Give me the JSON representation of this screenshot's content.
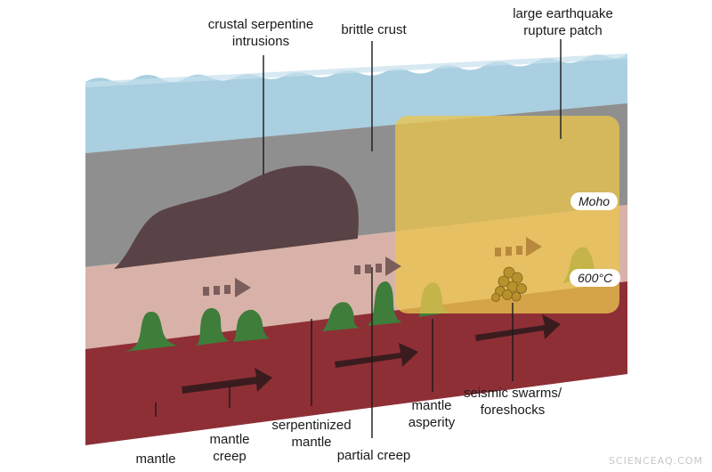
{
  "labels": {
    "crustal_serpentine": "crustal serpentine\nintrusions",
    "brittle_crust": "brittle crust",
    "rupture_patch": "large earthquake\nrupture patch",
    "mantle": "mantle",
    "mantle_creep": "mantle\ncreep",
    "serpentinized_mantle": "serpentinized\nmantle",
    "partial_creep": "partial creep",
    "mantle_asperity": "mantle\nasperity",
    "seismic_swarms": "seismic swarms/\nforeshocks"
  },
  "tags": {
    "moho": "Moho",
    "temperature": "600°C"
  },
  "watermark": "SCIENCEAQ.COM",
  "colors": {
    "ocean": "#a9cfe0",
    "crust": "#8f8f8f",
    "serpentine_intrusion": "#5a4347",
    "serpentinized_mantle": "#d8b2a8",
    "mantle": "#8e2f36",
    "green_bumps": "#3f7d3a",
    "rupture_patch": "#e9c44e",
    "arrows": "#3a1c1e",
    "swarm": "#b8912c"
  }
}
